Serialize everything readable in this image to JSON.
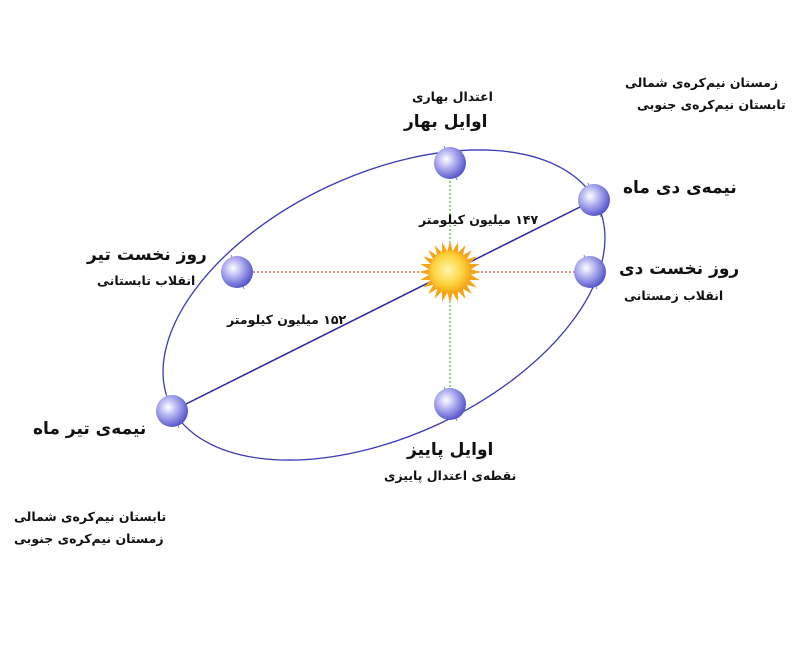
{
  "labels": {
    "spring_equinox_small": "اعتدال بهاری",
    "spring_start": "اوایل بهار",
    "mid_dey": "نیمه‌ی دی ماه",
    "first_dey": "روز نخست دی",
    "winter_solstice": "انقلاب زمستانی",
    "first_tir": "روز نخست تیر",
    "summer_solstice": "انقلاب تابستانی",
    "mid_tir": "نیمه‌ی تیر ماه",
    "autumn_start": "اوایل پاییز",
    "autumn_equinox": "نقطه‌ی اعتدال پاییزی",
    "dist_147": "۱۴۷ میلیون کیلومتر",
    "dist_152": "۱۵۲ میلیون کیلومتر"
  },
  "notes": {
    "top_right_line1": "زمستان نیم‌کره‌ی شمالی",
    "top_right_line2": "تابستان نیم‌کره‌ی جنوبی",
    "bottom_left_line1": "تابستان نیم‌کره‌ی شمالی",
    "bottom_left_line2": "زمستان نیم‌کره‌ی جنوبی"
  },
  "colors": {
    "orbit": "#3a3ab8",
    "planet": "#6a6ad8",
    "sun": "#f6b21a",
    "dotted_red": "#d94a4a",
    "dotted_green": "#4caf3a"
  }
}
